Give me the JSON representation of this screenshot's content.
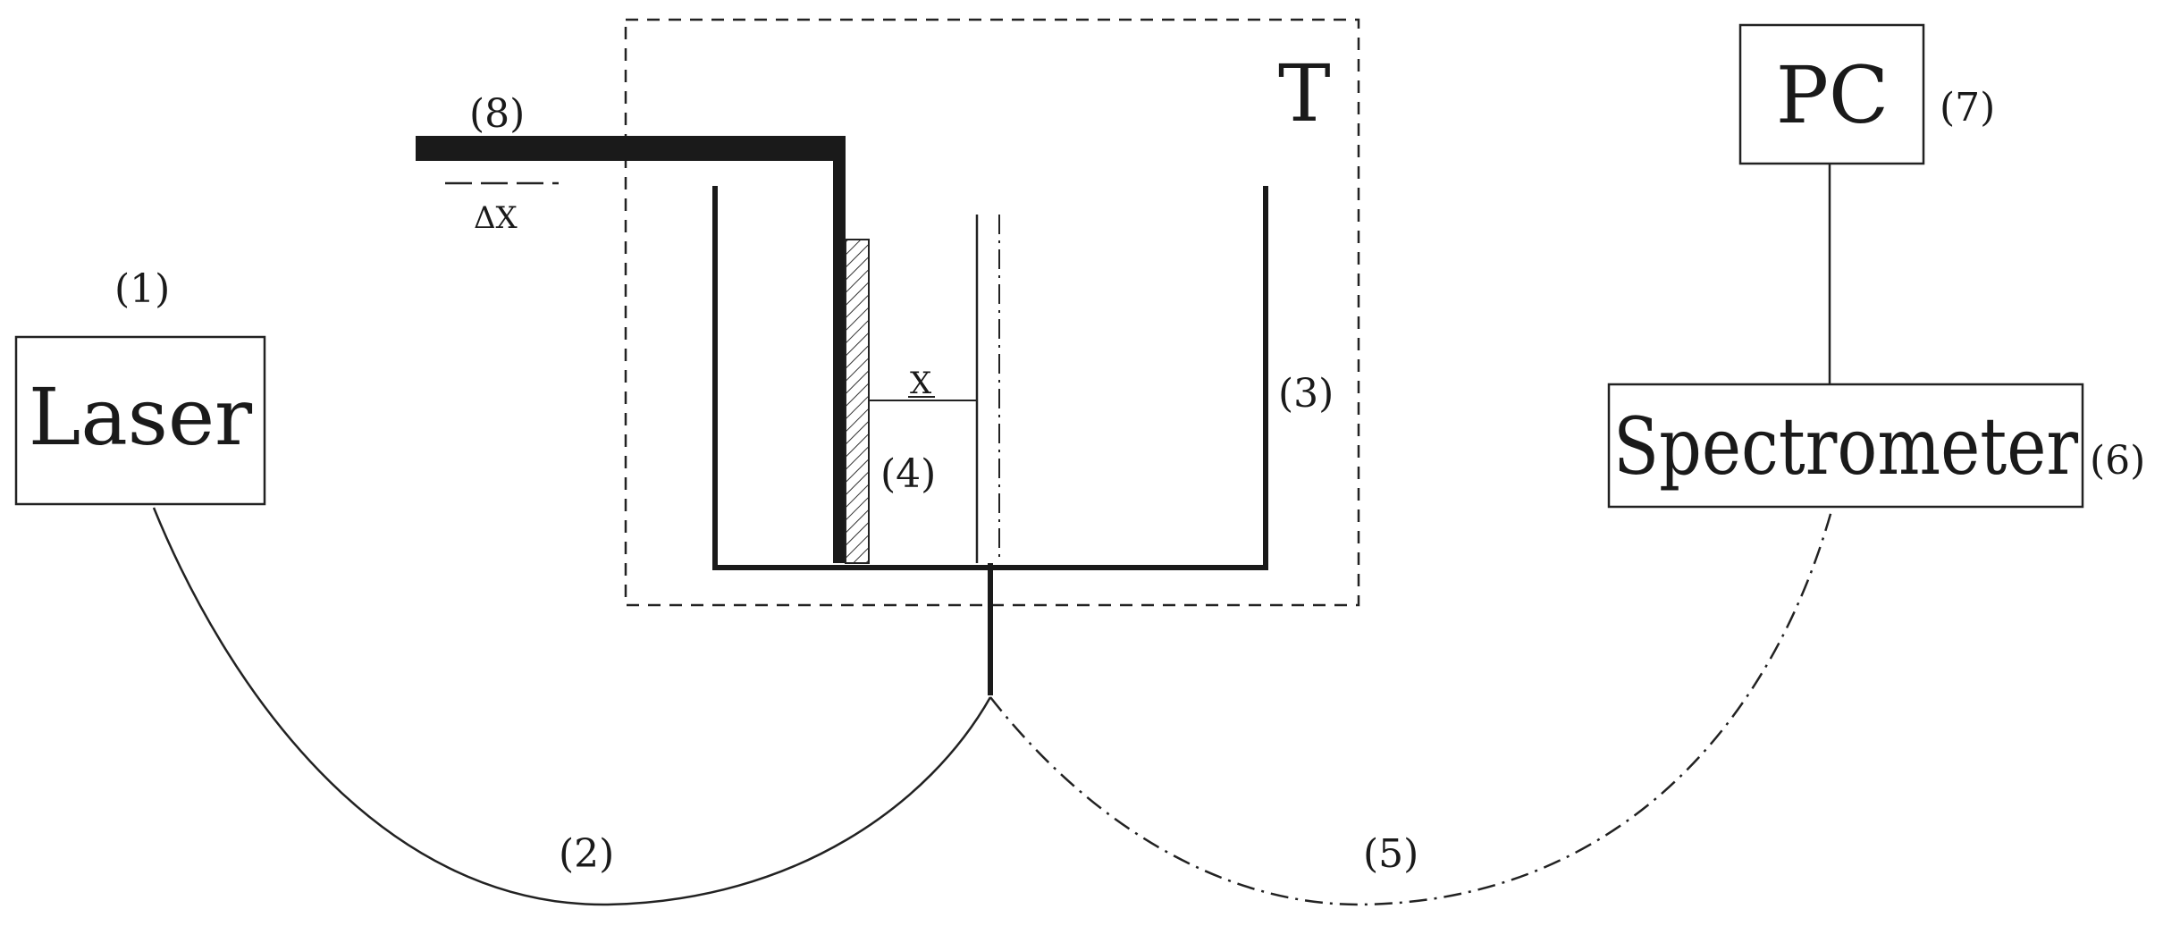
{
  "boxes": {
    "laser": "Laser",
    "spectrometer": "Spectrometer",
    "pc": "PC"
  },
  "labels": {
    "n1": "(1)",
    "n2": "(2)",
    "n3": "(3)",
    "n4": "(4)",
    "n5": "(5)",
    "n6": "(6)",
    "n7": "(7)",
    "n8": "(8)",
    "temperature": "T",
    "distance": "X",
    "shift": "ΔX"
  }
}
